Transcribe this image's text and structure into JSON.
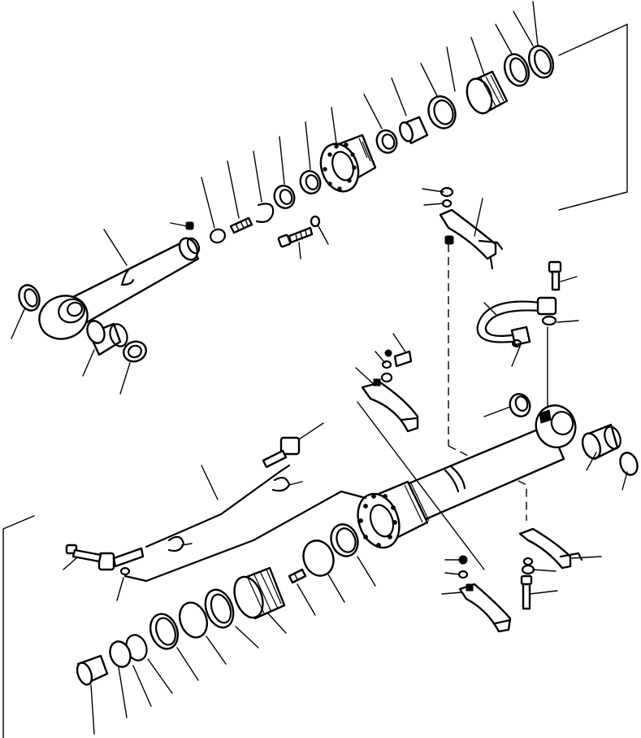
{
  "diagram": {
    "style": "exploded-parts-line-drawing",
    "colors": {
      "line": "#000000",
      "background": "#ffffff"
    },
    "assemblies": [
      "upper-cylinder-exploded",
      "lower-cylinder-exploded"
    ]
  }
}
